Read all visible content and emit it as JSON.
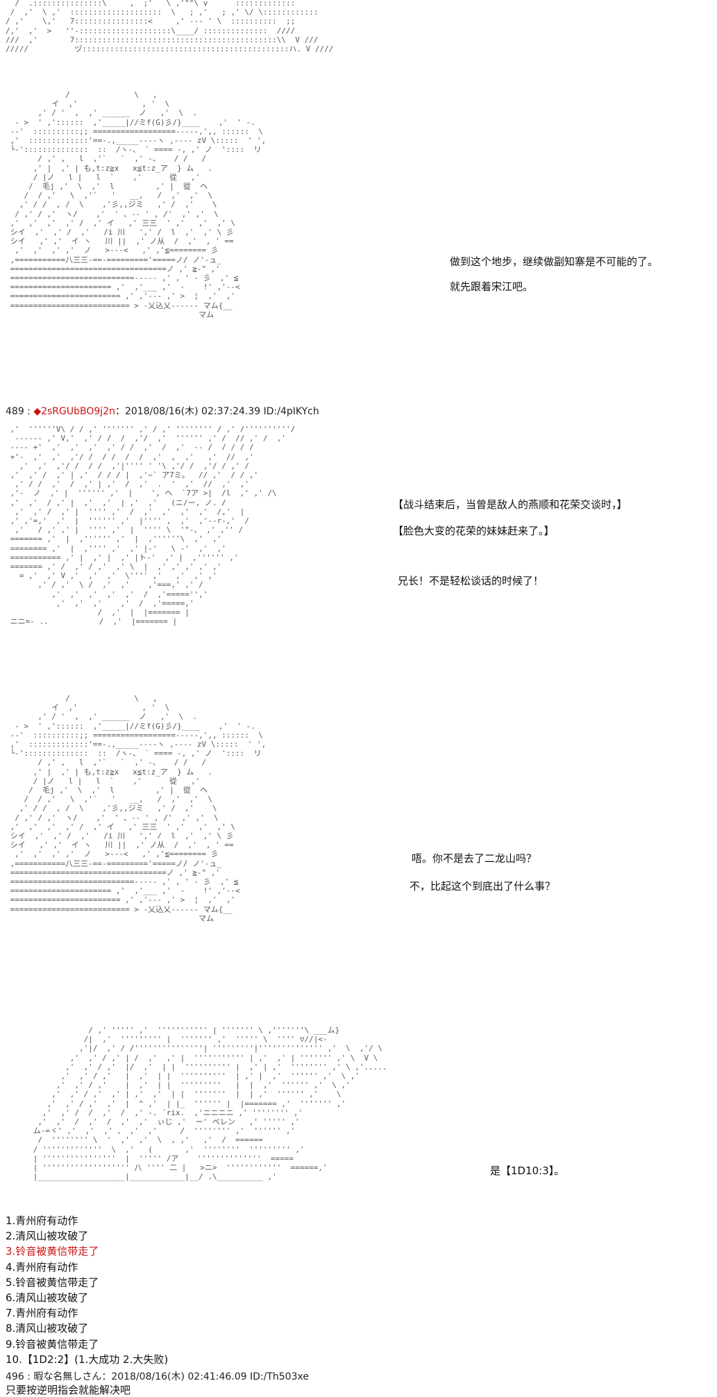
{
  "art": {
    "block0": "  /  .:::::::::::::::\\     ,  ;'   \\ ,'\"\"\\ v      :::::::::::::\n /  ,'  \\ ,'  ::::::::::::::::::::  \\   ; ,'   ; ,' \\/ \\::::::::::::\n/ ,'    \\,'   7::::::::::::::::<     ,' --- ' \\  ::::::::::  ;;\n/,'  ,'  >   ''-::::::::::::::::::::\\____/ ::::::::::::::  ////\n///  ,'       7::::::::::::::::::::::::::::::::::::::::::::\\\\  V ///\n/////          ヅ:::::::::::::::::::::::::::::::::::::::::::::ハ. V ////",
    "block1": "             /              \\   ,\n          イ  ,'              , '  \\\n       ,' / '  ,  ,' ______  ノ   ,'  \\  .\n  - >  ' ,'::::::  ,'_____|//ミf(G)彡/}____    ,'  ' -.\n --'  ::::::::::;; ==================-----,',, ::::::  \\\n ,'  :::::::::::::'==-.,_____----ヽ ,---- zV \\:::::  ' ',\n └-'::::::::::::::  ::  /ヽ-、 ` ==== -, ,' ノ  '::::  リ\n       / ,' ,   l  ,'`   `  ,' -、   / /   /\n      ,' |  ,' | も,t:z≧x   x≦t:z_ア  } ム   .\n      / |ノ   l |   l  `    ,'      從   ,'\n     /  毛j ,'  \\  ,'  l         ,' |  從  ヘ\n    /  / ,'   \\  ,'`   '   __,   /  ,'  ,'  \\\n   ,' / /  , /  \\    ,'彡,,ジミ   ,' /  ,'    \\\n  / ,' / ,'  ヽ/    ,'  ' 、-- ' , /'  ,' ,'  \\\n ,'  ,'  ,'  ,' /  ,' イ   ,' 三三  ' ,'   ,'  ,' \\\n シイ  ,'  ,' /  ,'   /i 川   ',' /  l  ,'  ,' \\ 彡\n シイ   ,' ,'  イ ヽ   川 ||  ,' ノ从  /  ,'  , ' ==\n  ,'  ,'  ,' ,'  ノ   >---<   ,' ,'≦======== 彡\n ,===========八三三-==-========='=====ノ/ ノ'-ュ_\n ==================================ノ ,' ≧-\" ,'\n ===========================----- ,' , ' - 彡  ,' ≦\n ====================== ,'  ,'___ ,'  -    !' ,'--<\n ======================== ,' ,'--- ,' >  ¦  ,'  ,'\n ========================== > -乂込乂------ マム{__\n                                          マム",
    "block2": " ,'  ''''''V\\ / / ,' ''''''' ,' / ,' '''''''' / ,' /''''''''''/ ,'\n  ------ ,' V,'  ,' / /  /  ,'/  ,'  '''''' ,' /  // ,' /  ,'\n ---- +'  ,'  ,'  ,'  ,' / /  ,'  /  ,'  -- /  / / / /\n +'-  ,'  ,'  ,'/ /  / /  /  /  ,'  ,  ,'   ,'  //  ,'\n   ,'  ,'  ,'/ /  / /  ,'|'''' ' '\\ ,'/ /  ,'/ / ,' /\n ,'  ,' /  ,' | ,'  / / / |  ,'~` ア7ミ。  // ,'  / / ,'\n  ,' / /  ,'  /  ,' | ,'  /  ,'  .  '  ,'  //  ,'  ,'  \n ,'-  ノ  ,' |  '''''' ,'  |    ', ヘ  `7ア >|  /l  ,' ,' /\\\n ,'  ,'  / ,' |  ,'  ,'  | ,'  ,'   (ニ/ー, ノ. /\n  ,'  ,' /  ,' |  '''' ,'  /  ,'  ,'  ,'  ,'  /,'  |\n ,' ,'=,'  ,'  |  '''''' ,'  |'''' ,  ,'  ,'--r-,'  /\n  ,'   / ,' ,' |  '''' ,'  |  '''' \\  '\"-、 ,' ,'' / \n ======= ,'  |  ,'''''' ,'  |  ,''''''\\  ,'  ,' \n ======== ,'  |  ,'''' ,'  ,' |-'   \\ -'  ,'  ,' \n =========== ,' |  ,' |  ,' |ト-'  ,' |  ,'''''' ,' \n ======= ,' /  ,' / ,'  ,' \\  |  ,' ,' ,' ,' ,'\n   = ,'  ,' V ,'  ,'  ,'  \\'''' ,'   ,'  ,' ,'\n       ,' / ,'  \\ /  ,'  ,'    ,'===,' ,' /\n          ,'  ,'  ,'  ,'  ,'  /  ,'====='',' \n           ,'  ,'  ,'    ,'  /  ,'=====,'  \n                    /  ,'  |  |======= |\n ニニ=- ..           /  ,'  |======= |",
    "block3": "             /              \\   ,\n          イ  ,'              , '  \\\n       ,' / '  ,  ,' ______  ノ   ,'  \\  .\n  - >  ' ,'::::::  ,'_____|//ミf(G)彡/}____    ,'  ' -.\n --'  ::::::::::;; ==================-----,',, ::::::  \\\n ,'  :::::::::::::'==-.,_____----ヽ ,---- zV \\:::::  ' ',\n └-'::::::::::::::  ::  /ヽ-、 ` ==== -, ,' ノ  '::::  リ\n       / ,' ,   l  ,'`   `  ,' -、   / /   /\n      ,' |  ,' | も,t:z≧x   x≦t:z_ア  } ム   .\n      / |ノ   l |   l  `    ,'      從   ,'\n     /  毛j ,'  \\  ,'  l         ,' |  從  ヘ\n    /  / ,'   \\  ,'`   '   __,   /  ,'  ,'  \\\n   ,' / /  , /  \\    ,'彡,,ジミ   ,' /  ,'    \\\n  / ,' / ,'  ヽ/    ,'  ' 、-- ' , /'  ,' ,'  \\\n ,'  ,'  ,'  ,' /  ,' イ   ,' 三三  ' ,'   ,'  ,' \\\n シイ  ,'  ,' /  ,'   /i 川   ',' /  l  ,'  ,' \\ 彡\n シイ   ,' ,'  イ ヽ   川 ||  ,' ノ从  /  ,'  , ' ==\n  ,'  ,'  ,' ,'  ノ   >---<   ,' ,'≦======== 彡\n ,===========八三三-==-========='=====ノ/ ノ'-ュ_\n ==================================ノ ,' ≧-\" ,'\n ===========================----- ,' , ' - 彡  ,' ≦\n ====================== ,'  ,'___ ,'  -    !' ,'--<\n ======================== ,' ,'--- ,' >  ¦  ,'  ,'\n ========================== > -乂込乂------ マム{__\n                                          マム",
    "block4": "                  / ,' ''''' ,'  ''''''''''' | ''''''' \\ ,'''''''\\ ___ム}\n                 /|  ,'  ''''''''' |  ''''''' ,'  ''''' \\  '''' ▽//|<-\n                ,'|/  ,' / /'''''''''''''''| '''''''''|'''''''''''''' ,'  \\  ,'/ \\\n              ,'  ,' / ,' | /  ,'  ,' |  ''''''''''' | ,'  ,' | ''''''' ,' \\  V \\\n             ,'  ,' / ,'  |/  ,'  | |  '''''''''' |  ,' | ,'  '''''''' ,' \\ ,'.....\n            ,'  ,' / ,'   |  ,'  | |  ''''''''''  | ,' |  ,'  '''''' ,'  \\ ,'\n           ,'  ,' / ,'    |  ,'  | |  '''''''''   |  |  ,'  '''''' ,'  \\ ,'\n          ,'  ,' / ,'  ,' | ,'  ,'  | |  '''''''  |  | ,'  '''''' ,'    \\\n         ,'  ,' / ,'  ,'  |  ^ ,'  | |_  '''''' |  |======= ,'  ''''''' ,'\n        ,'  ,' /  /  ,'  /  ,' -. ´rix.  ,'ニニニニ ,' '''''''' ,'  \n       ,'  ,'  /  ,'  /  ,'  ,'  ぃじ ,'  ー' ベレン   ,' ''''' ,' \n      ム-=ヾ' ,'  ,'  ,' 、 ,'  ,'     /  '''''''' ,'  '''''' ,' \n       /  '''''''' \\  '  ,'  ,'  \\  , ,'   ,'  /  ======  \n      / '''''''''''''  \\  ,'   (       ,'  ''''''''  ''''''''' ,'  \n      | ''''''''''''''''  |  ''''' /ア    ''''''''''''''  =====  \n      | ''''''''''''''''''' 八 '''' 二 |   >ニ>  ''''''''''''  ======,'\n      |___________________|____________|__/ .\\__________ ,'  "
  },
  "messages": {
    "m1_l1": "做到这个地步，继续做副知寨是不可能的了。",
    "m1_l2": "就先跟着宋江吧。",
    "post489": {
      "no": "489 : ",
      "trip": "◆2sRGUbBO9j2n",
      "meta": "：2018/08/16(木) 02:37:24.39 ID:/4pIKYch"
    },
    "m2_l1": "【战斗结束后，当曾是敌人的燕顺和花荣交谈时，】",
    "m2_l2": "【脸色大变的花荣的妹妹赶来了。】",
    "m2_l3": "兄长！不是轻松谈话的时候了！",
    "m3_l1": "唔。你不是去了二龙山吗？",
    "m3_l2": "不，比起这个到底出了什么事？",
    "m4_l1": "是【1D10:3】。"
  },
  "list": {
    "items": [
      "1.青州府有动作",
      "2.清风山被攻破了",
      "3.铃音被黄信带走了",
      "4.青州府有动作",
      "5.铃音被黄信带走了",
      "6.清风山被攻破了",
      "7.青州府有动作",
      "8.清风山被攻破了",
      "9.铃音被黄信带走了",
      "10.【1D2:2】(1.大成功 2.大失败)"
    ],
    "highlight_color": "#cc1111"
  },
  "post496": {
    "header": "496 : 暇な名無しさん：2018/08/16(木) 02:41:46.09 ID:/Th503xe",
    "line": "只要按逆明指会就能解决吧"
  }
}
